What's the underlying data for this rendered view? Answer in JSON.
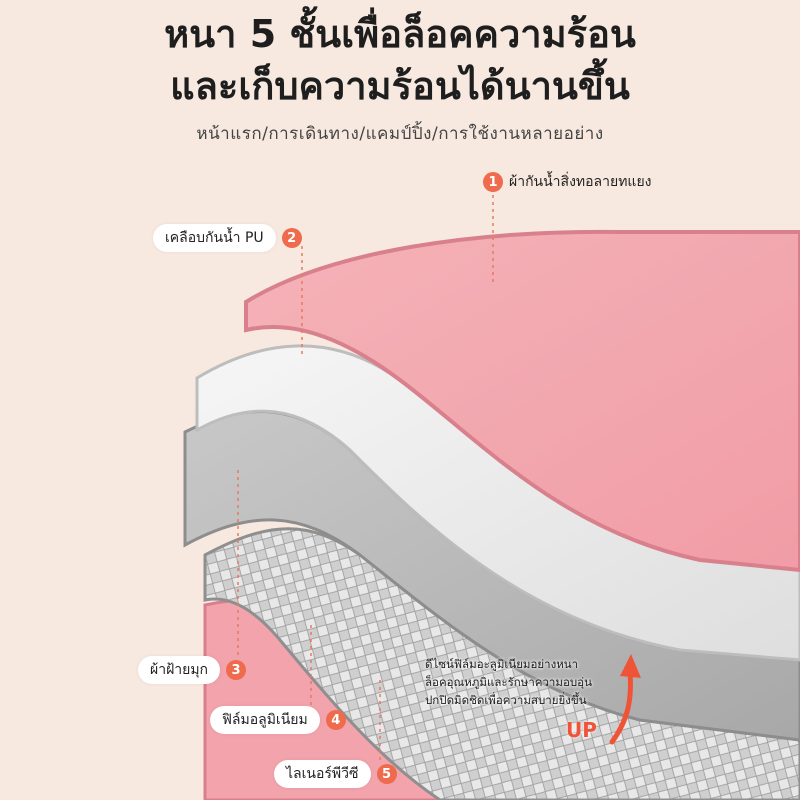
{
  "title_line1": "หนา 5 ชั้นเพื่อล็อคความร้อน",
  "title_line2": "และเก็บความร้อนได้นานขึ้น",
  "subtitle": "หน้าแรก/การเดินทาง/แคมป์ปิ้ง/การใช้งานหลายอย่าง",
  "layers": [
    {
      "number": "1",
      "label": "ผ้ากันน้ำสิ่งทอลายทแยง"
    },
    {
      "number": "2",
      "label": "เคลือบกันน้ำ PU"
    },
    {
      "number": "3",
      "label": "ผ้าฝ้ายมุก"
    },
    {
      "number": "4",
      "label": "ฟิล์มอลูมิเนียม"
    },
    {
      "number": "5",
      "label": "ไลเนอร์พีวีซี"
    }
  ],
  "description_lines": [
    "ดีไซน์ฟิล์มอะลูมิเนียมอย่างหนา",
    "ล็อคอุณหภูมิและรักษาความอบอุ่น",
    "ปกปิดมิดชิดเพื่อความสบายยิ่งขึ้น"
  ],
  "up_label": "UP",
  "colors": {
    "accent": "#ee6b4d",
    "pink_layer": "#f2a6ad",
    "white_layer": "#ececec",
    "grey_layer": "#bcbcbc",
    "foil_layer": "#c9c9c9",
    "background": "#f7e9df"
  }
}
